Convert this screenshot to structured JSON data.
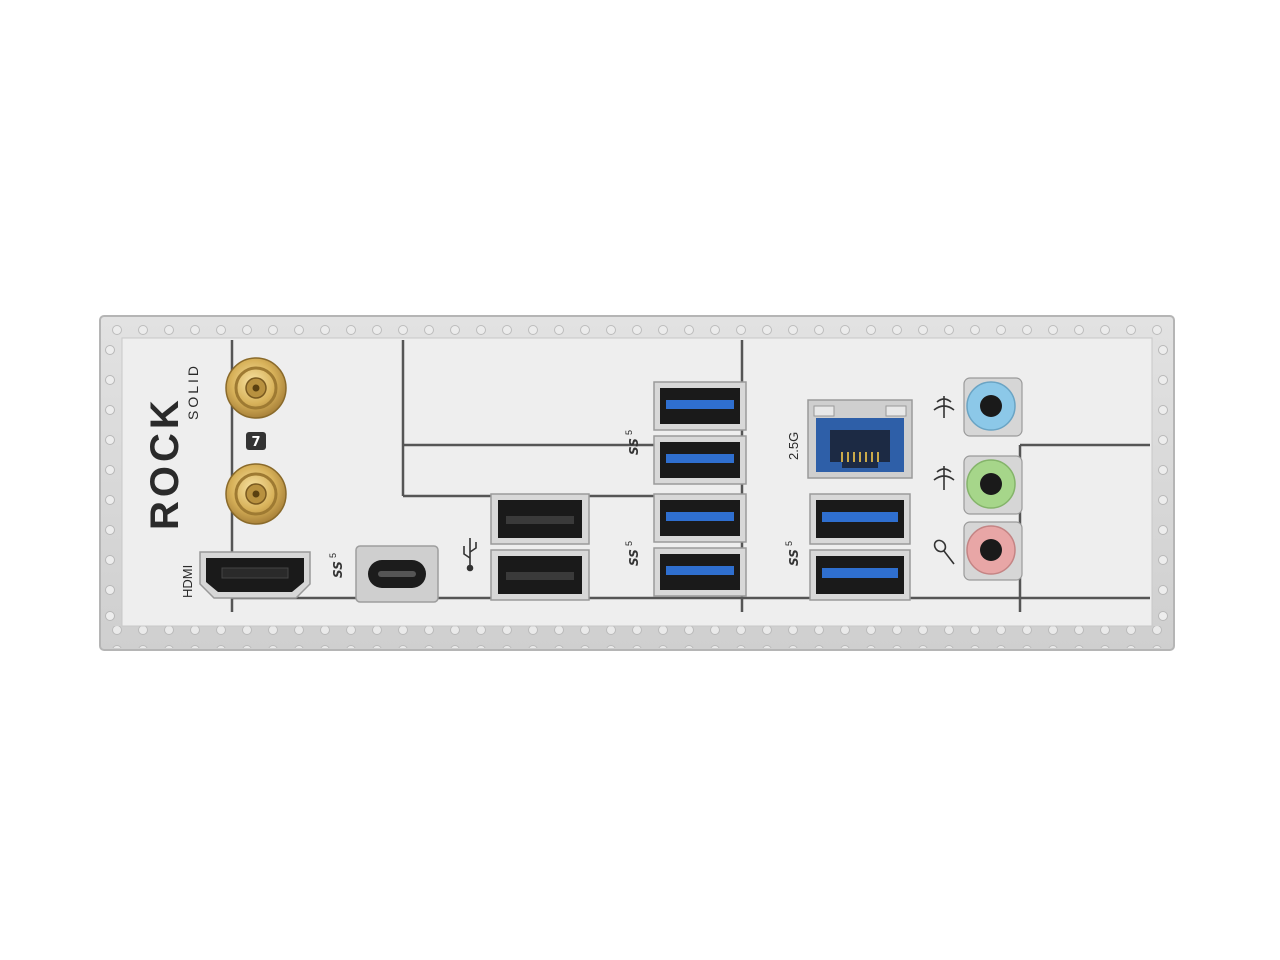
{
  "brand": {
    "logo_text": "ROCK",
    "logo_subtext": "SOLID"
  },
  "labels": {
    "hdmi": "HDMI",
    "lan_speed": "2.5G",
    "superspeed": "SS",
    "superspeed_gen": "5"
  },
  "colors": {
    "shield": "#e6e6e6",
    "frame": "#d0d0d0",
    "usb3_blue": "#2f6fcf",
    "audio_blue": "#8cc8e8",
    "audio_green": "#a6d68a",
    "audio_pink": "#e8a6a6",
    "antenna_gold": "#d8b25a"
  },
  "ports": {
    "antennas": [
      "wifi-antenna-1",
      "wifi-antenna-2"
    ],
    "usb3_stack_center_count": 4,
    "usb2_black_count": 2,
    "usb3_stack_right_count": 2,
    "audio_jacks": [
      "line-in-blue",
      "line-out-green",
      "mic-pink"
    ]
  }
}
